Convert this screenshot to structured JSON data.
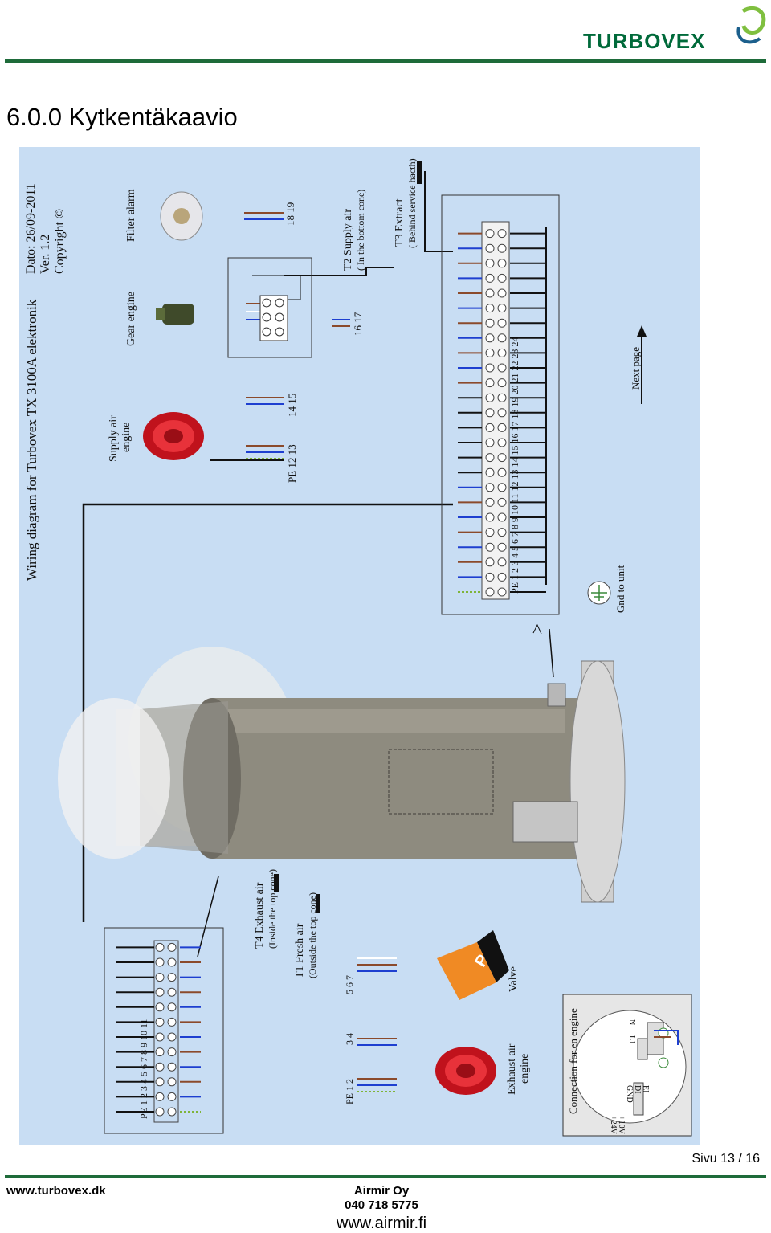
{
  "header": {
    "brand": "TURBOVEX",
    "title": "6.0.0 Kytkentäkaavio"
  },
  "diagram": {
    "heading": "Wiring diagram for Turbovex TX 3100A  elektronik",
    "date": "Dato: 26/09-2011",
    "version": "Ver. 1.2",
    "copyright": "Copyright ©",
    "supply_air_engine_line1": "Supply air",
    "supply_air_engine_line2": "engine",
    "gear_engine": "Gear engine",
    "filter_alarm": "Filter alarm",
    "label_pe_12_13": "PE  12  13",
    "label_14_15": "14  15",
    "label_16_17": "16  17",
    "label_18_19": "18  19",
    "t2_line1": "T2 Supply air",
    "t2_line2": "( In the bottom cone)",
    "t3_line1": "T3 Extract",
    "t3_line2": "( Behind service hacth)",
    "terminal_numbers": "PE   1    2    3    4    5    6    7    8    9   10   11   12   13   14   15   16  17   18   19   20   21   22   23   24",
    "next_page": "Next page",
    "gnd_to_unit": "Gnd to unit",
    "t4_line1": "T4 Exhaust air",
    "t4_line2": "(Inside the top cone)",
    "t1_line1": "T1 Fresh air",
    "t1_line2": "(Outside the top cone)",
    "left_terminal_numbers": "PE   1    2    3    4    5    6    7    8    9   10   11",
    "label_pe_1_2": "PE   1   2",
    "label_3_4": "3    4",
    "label_5_6_7": "5    6    7",
    "valve": "Valve",
    "exhaust_air_engine_line1": "Exhaust air",
    "exhaust_air_engine_line2": "engine",
    "connection_engine": "Connection for en engine",
    "conn_labels": [
      "+24V",
      "+10V",
      "GND",
      "DI",
      "EI"
    ],
    "conn_l1": "L1",
    "conn_n": "N"
  },
  "footer": {
    "page": "Sivu 13 / 16",
    "website": "www.turbovex.dk",
    "company": "Airmir Oy",
    "phone": "040 718 5775",
    "company_url": "www.airmir.fi"
  },
  "colors": {
    "brand_green": "#006a3a",
    "rule_green": "#1e6b3a",
    "diagram_bg": "#c8ddf3",
    "wire_blue": "#1e3fd0",
    "wire_brown": "#8b4a2b",
    "wire_pe": "#7fb43a",
    "fan_red": "#d0141e",
    "valve_orange": "#f08a24"
  }
}
